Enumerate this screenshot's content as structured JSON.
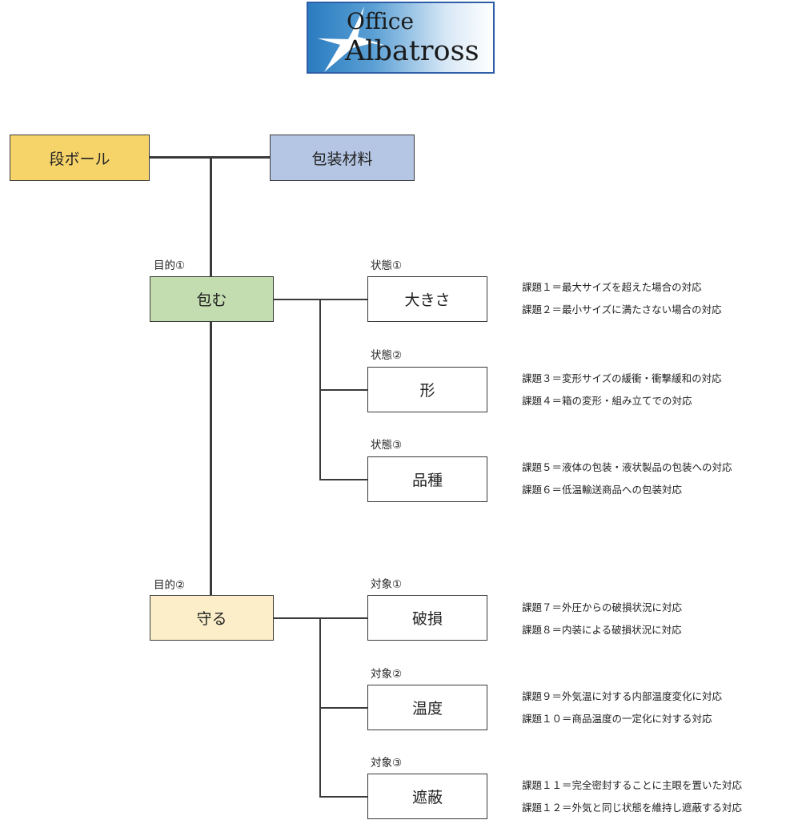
{
  "logo": {
    "line1": "Office",
    "line2": "Albatross"
  },
  "top": {
    "left": "段ボール",
    "right": "包装材料"
  },
  "colors": {
    "cardboard": "#f7d46a",
    "material": "#b4c6e3",
    "wrap": "#c3ddb1",
    "protect": "#fbeec8"
  },
  "purposes": [
    {
      "label": "目的①",
      "name": "包む",
      "children": [
        {
          "label": "状態①",
          "name": "大きさ",
          "issues": [
            "課題１＝最大サイズを超えた場合の対応",
            "課題２＝最小サイズに満たさない場合の対応"
          ]
        },
        {
          "label": "状態②",
          "name": "形",
          "issues": [
            "課題３＝変形サイズの緩衝・衝撃緩和の対応",
            "課題４＝箱の変形・組み立てでの対応"
          ]
        },
        {
          "label": "状態③",
          "name": "品種",
          "issues": [
            "課題５＝液体の包装・液状製品の包装への対応",
            "課題６＝低温輸送商品への包装対応"
          ]
        }
      ]
    },
    {
      "label": "目的②",
      "name": "守る",
      "children": [
        {
          "label": "対象①",
          "name": "破損",
          "issues": [
            "課題７＝外圧からの破損状況に対応",
            "課題８＝内装による破損状況に対応"
          ]
        },
        {
          "label": "対象②",
          "name": "温度",
          "issues": [
            "課題９＝外気温に対する内部温度変化に対応",
            "課題１０＝商品温度の一定化に対する対応"
          ]
        },
        {
          "label": "対象③",
          "name": "遮蔽",
          "issues": [
            "課題１１＝完全密封することに主眼を置いた対応",
            "課題１２＝外気と同じ状態を維持し遮蔽する対応"
          ]
        }
      ]
    }
  ]
}
